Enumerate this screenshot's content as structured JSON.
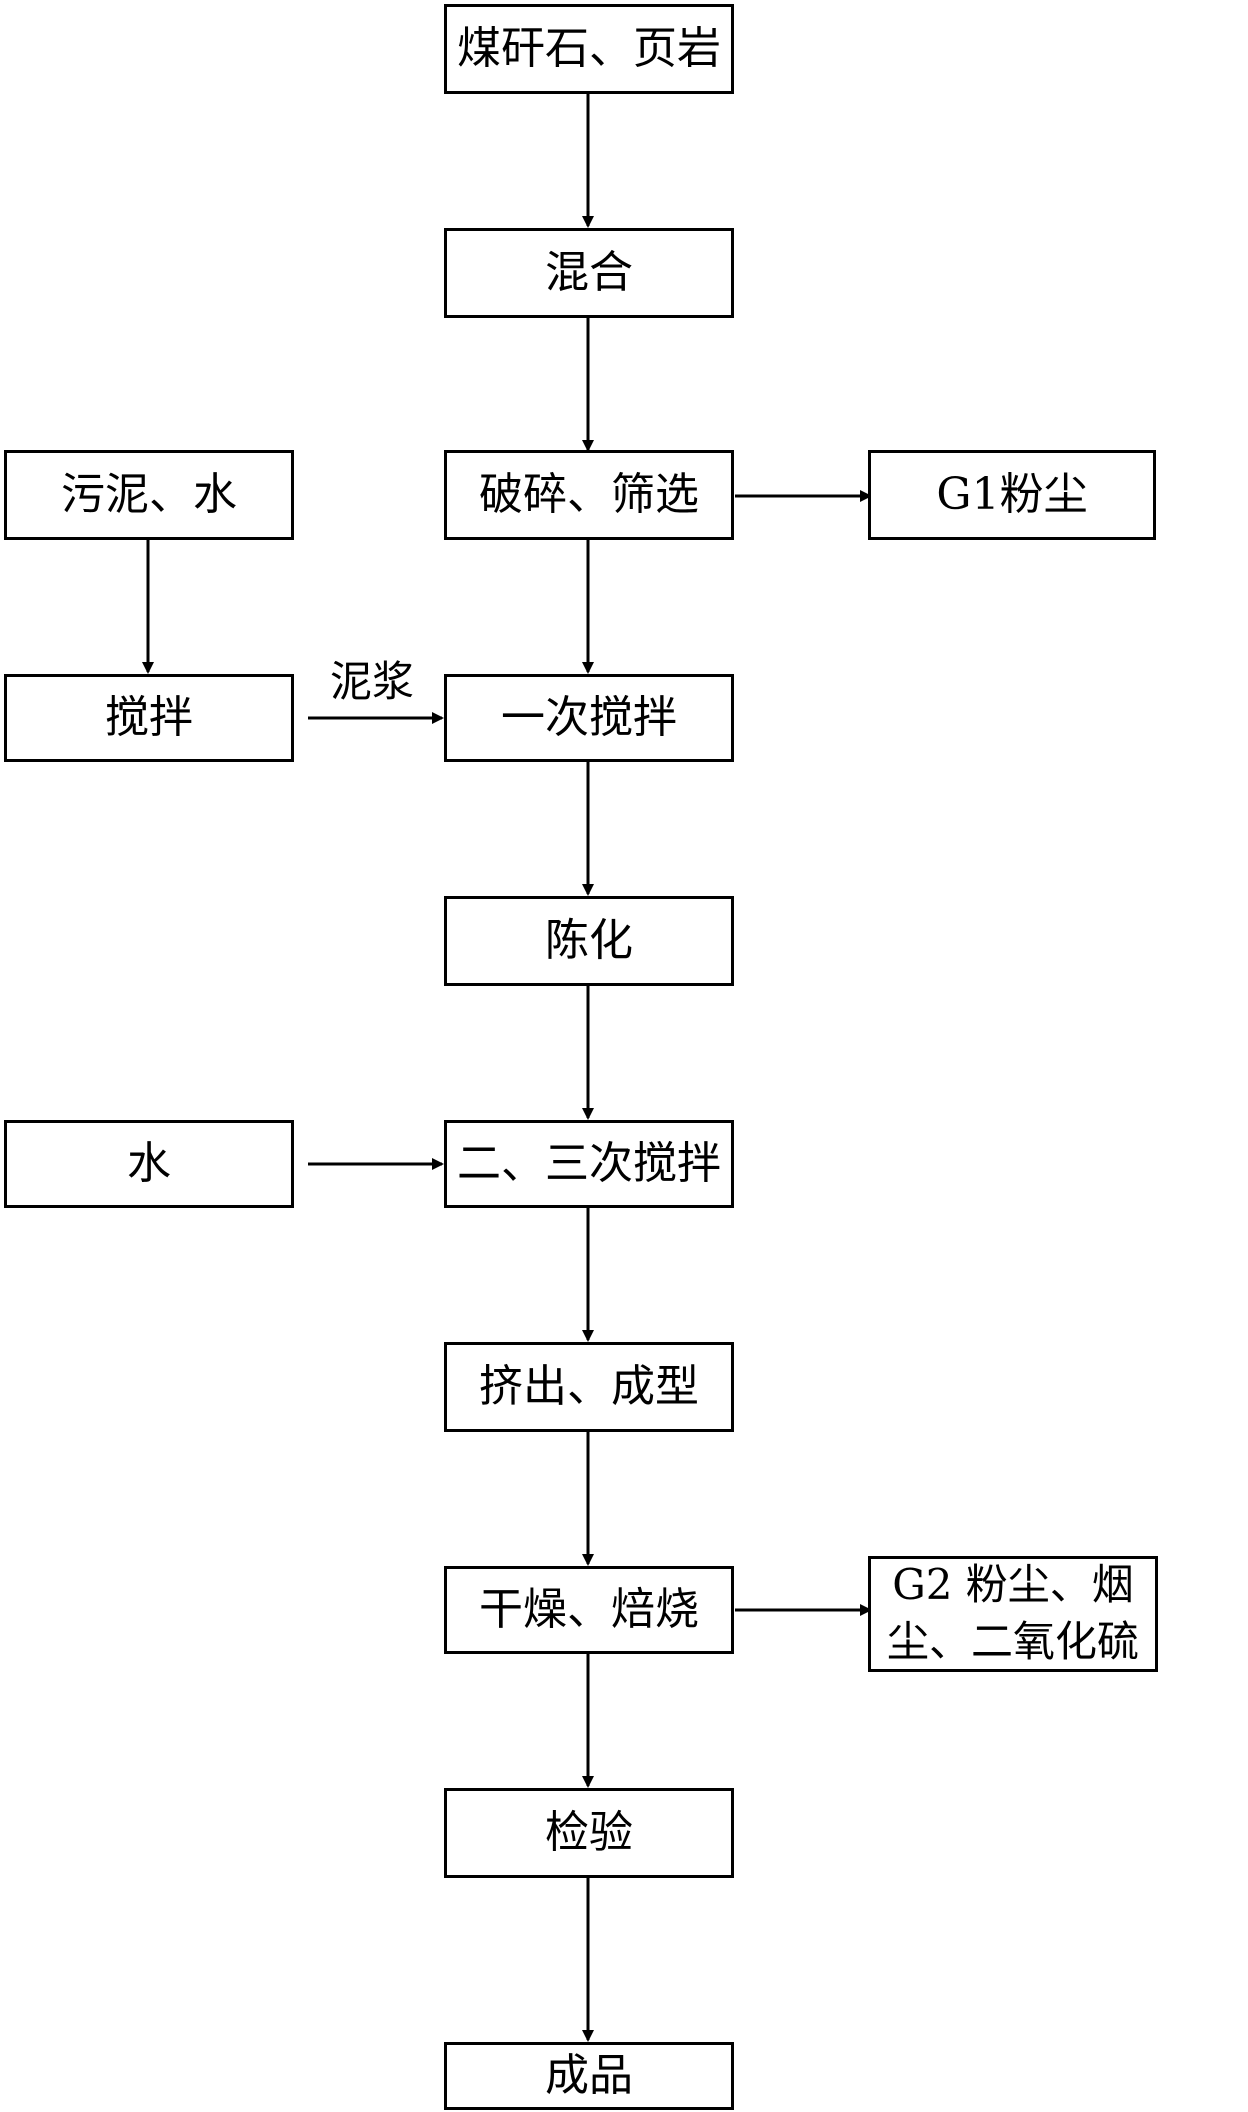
{
  "nodes": {
    "raw_material": "煤矸石、页岩",
    "mixing": "混合",
    "crushing_screening": "破碎、筛选",
    "dust_g1": "G1粉尘",
    "sludge_water": "污泥、水",
    "stirring": "搅拌",
    "first_mixing": "一次搅拌",
    "aging": "陈化",
    "water": "水",
    "second_third_mixing": "二、三次搅拌",
    "extrusion_forming": "挤出、成型",
    "drying_roasting": "干燥、焙烧",
    "emission_g2_line1": "G2 粉尘、烟",
    "emission_g2_line2": "尘、二氧化硫",
    "inspection": "检验",
    "product": "成品"
  },
  "edges": {
    "slurry_label": "泥浆"
  }
}
